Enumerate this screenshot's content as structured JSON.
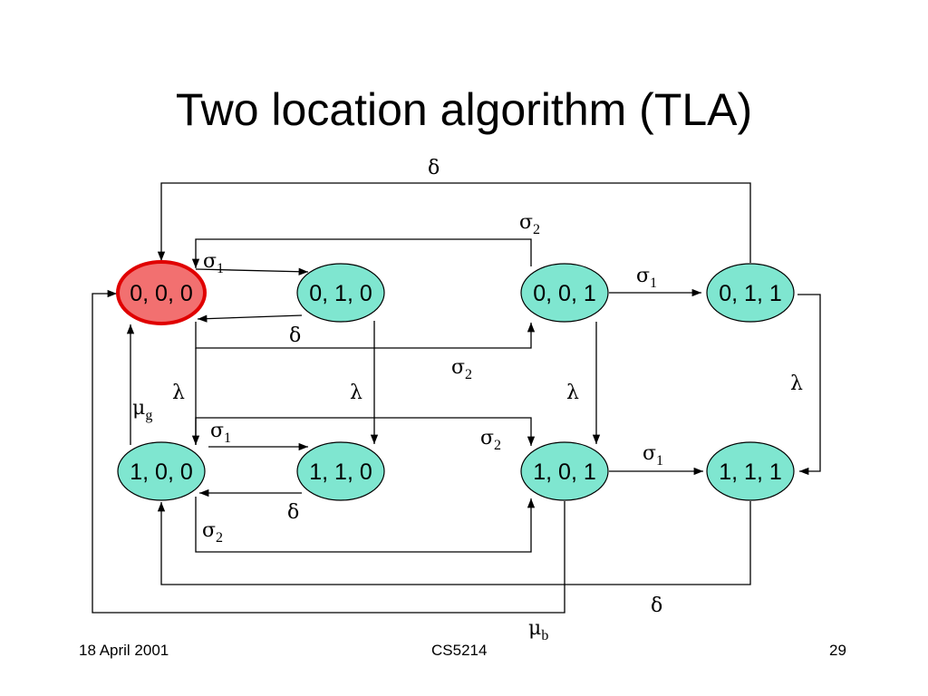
{
  "slide": {
    "title": "Two location algorithm (TLA)",
    "footer_left": "18 April 2001",
    "footer_center": "CS5214",
    "footer_right": "29"
  },
  "colors": {
    "state_fill": "#7fe6d0",
    "initial_state_fill": "#f27070",
    "initial_state_border": "#e00000",
    "line": "#000000"
  },
  "diagram": {
    "states": {
      "s000": "0, 0, 0",
      "s010": "0, 1, 0",
      "s001": "0, 0, 1",
      "s011": "0, 1, 1",
      "s100": "1, 0, 0",
      "s110": "1, 1, 0",
      "s101": "1, 0, 1",
      "s111": "1, 1, 1"
    },
    "symbols": {
      "sigma": "σ",
      "delta": "δ",
      "lambda": "λ",
      "mu": "μ",
      "one": "1",
      "two": "2",
      "g": "g",
      "b": "b"
    }
  }
}
